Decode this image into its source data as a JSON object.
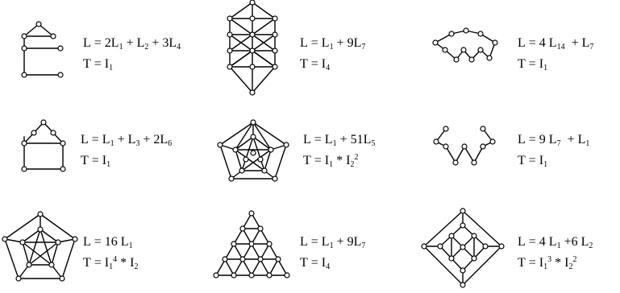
{
  "graphs": [
    {
      "L": [
        {
          "t": "L = 2L"
        },
        {
          "s": "1"
        },
        {
          "t": " + L"
        },
        {
          "s": "2"
        },
        {
          "t": " + 3L"
        },
        {
          "s": "4"
        }
      ],
      "T": [
        {
          "t": "T = I"
        },
        {
          "s": "1"
        }
      ]
    },
    {
      "L": [
        {
          "t": "L = L"
        },
        {
          "s": "1"
        },
        {
          "t": " + 9L"
        },
        {
          "s": "7"
        }
      ],
      "T": [
        {
          "t": "T = I"
        },
        {
          "s": "4"
        }
      ]
    },
    {
      "L": [
        {
          "t": "L = 4 L"
        },
        {
          "s": "14"
        },
        {
          "t": "  + L"
        },
        {
          "s": "7"
        }
      ],
      "T": [
        {
          "t": "T = I"
        },
        {
          "s": "1"
        }
      ]
    },
    {
      "L": [
        {
          "t": "L = L"
        },
        {
          "s": "1"
        },
        {
          "t": " + L"
        },
        {
          "s": "3"
        },
        {
          "t": " + 2L"
        },
        {
          "s": "6"
        }
      ],
      "T": [
        {
          "t": "T = I"
        },
        {
          "s": "1"
        }
      ]
    },
    {
      "L": [
        {
          "t": "L = L"
        },
        {
          "s": "1"
        },
        {
          "t": " + 51L"
        },
        {
          "s": "5"
        }
      ],
      "T": [
        {
          "t": "T = I"
        },
        {
          "s": "1"
        },
        {
          "t": " * I"
        },
        {
          "s": "2"
        },
        {
          "p": "2"
        }
      ]
    },
    {
      "L": [
        {
          "t": "L = 9 L"
        },
        {
          "s": "7"
        },
        {
          "t": "  + L"
        },
        {
          "s": "1"
        }
      ],
      "T": [
        {
          "t": "T = I"
        },
        {
          "s": "1"
        }
      ]
    },
    {
      "L": [
        {
          "t": "L = 16 L"
        },
        {
          "s": "1"
        }
      ],
      "T": [
        {
          "t": "T = I"
        },
        {
          "s": "1"
        },
        {
          "p": "4"
        },
        {
          "t": " * I"
        },
        {
          "s": "2"
        }
      ]
    },
    {
      "L": [
        {
          "t": "L = L"
        },
        {
          "s": "1"
        },
        {
          "t": " + 9L"
        },
        {
          "s": "7"
        }
      ],
      "T": [
        {
          "t": "T = I"
        },
        {
          "s": "4"
        }
      ]
    },
    {
      "L": [
        {
          "t": "L = 4 L"
        },
        {
          "s": "1"
        },
        {
          "t": " +6 L"
        },
        {
          "s": "2"
        }
      ],
      "T": [
        {
          "t": "T = I"
        },
        {
          "s": "1"
        },
        {
          "p": "3"
        },
        {
          "t": " * I"
        },
        {
          "s": "2"
        },
        {
          "p": "2"
        }
      ]
    }
  ]
}
